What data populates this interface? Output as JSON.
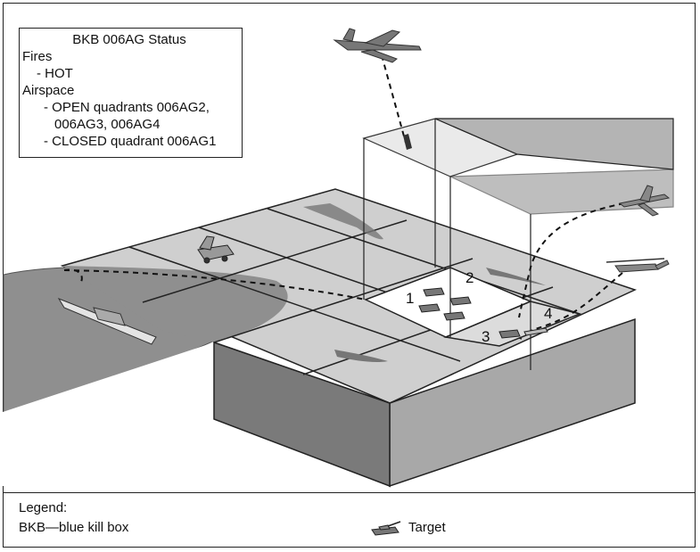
{
  "status_box": {
    "title": "BKB 006AG Status",
    "fires_heading": "Fires",
    "fires_value": "- HOT",
    "airspace_heading": "Airspace",
    "open_line1": "- OPEN quadrants 006AG2,",
    "open_line2": "006AG3, 006AG4",
    "closed_line": "- CLOSED quadrant 006AG1"
  },
  "quadrants": [
    "1",
    "2",
    "3",
    "4"
  ],
  "legend": {
    "title": "Legend:",
    "bkb_definition": "BKB—blue kill box",
    "target_label": "Target"
  }
}
